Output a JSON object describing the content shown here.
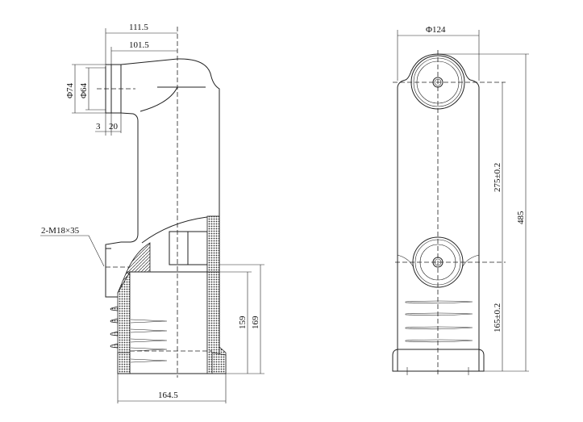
{
  "left_view": {
    "dim_top_outer": "111.5",
    "dim_top_inner": "101.5",
    "dim_dia_outer": "Φ74",
    "dim_dia_inner": "Φ64",
    "dim_small_a": "3",
    "dim_small_b": "20",
    "thread_label": "2-M18×35",
    "dim_height_inner": "159",
    "dim_height_outer": "169",
    "dim_base_width": "164.5"
  },
  "right_view": {
    "dim_width": "Φ124",
    "dim_spacing": "275±0.2",
    "dim_lower": "165±0.2",
    "dim_total": "485"
  }
}
